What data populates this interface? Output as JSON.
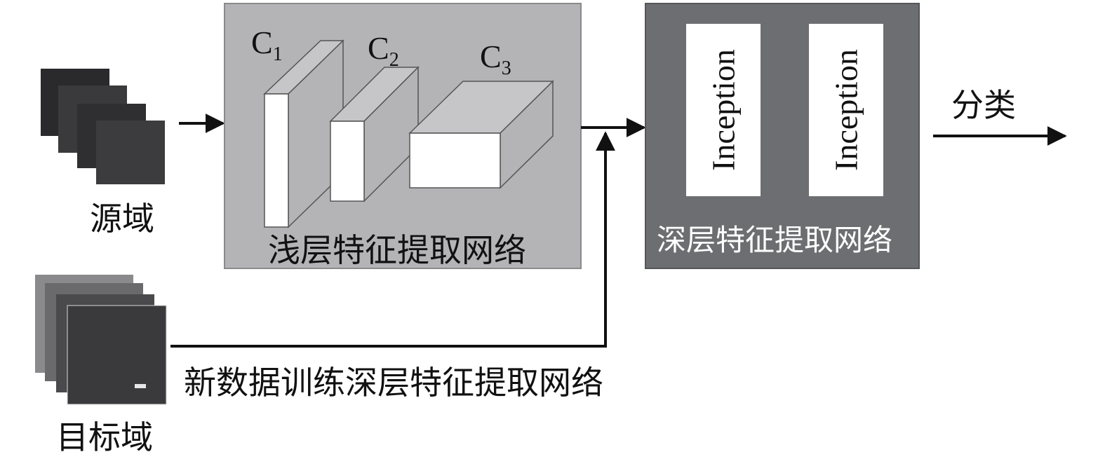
{
  "source_domain": {
    "label": "源域"
  },
  "target_domain": {
    "label": "目标域"
  },
  "shallow_network": {
    "label": "浅层特征提取网络",
    "layers": [
      {
        "name": "C",
        "subscript": "1"
      },
      {
        "name": "C",
        "subscript": "2"
      },
      {
        "name": "C",
        "subscript": "3"
      }
    ]
  },
  "deep_network": {
    "label": "深层特征提取网络",
    "modules": [
      "Inception",
      "Inception"
    ]
  },
  "output": {
    "label": "分类"
  },
  "retrain_path": {
    "label": "新数据训练深层特征提取网络"
  },
  "colors": {
    "shallow_box": "#b4b4b6",
    "deep_box": "#6d6e71",
    "line": "#111111",
    "white": "#ffffff"
  }
}
